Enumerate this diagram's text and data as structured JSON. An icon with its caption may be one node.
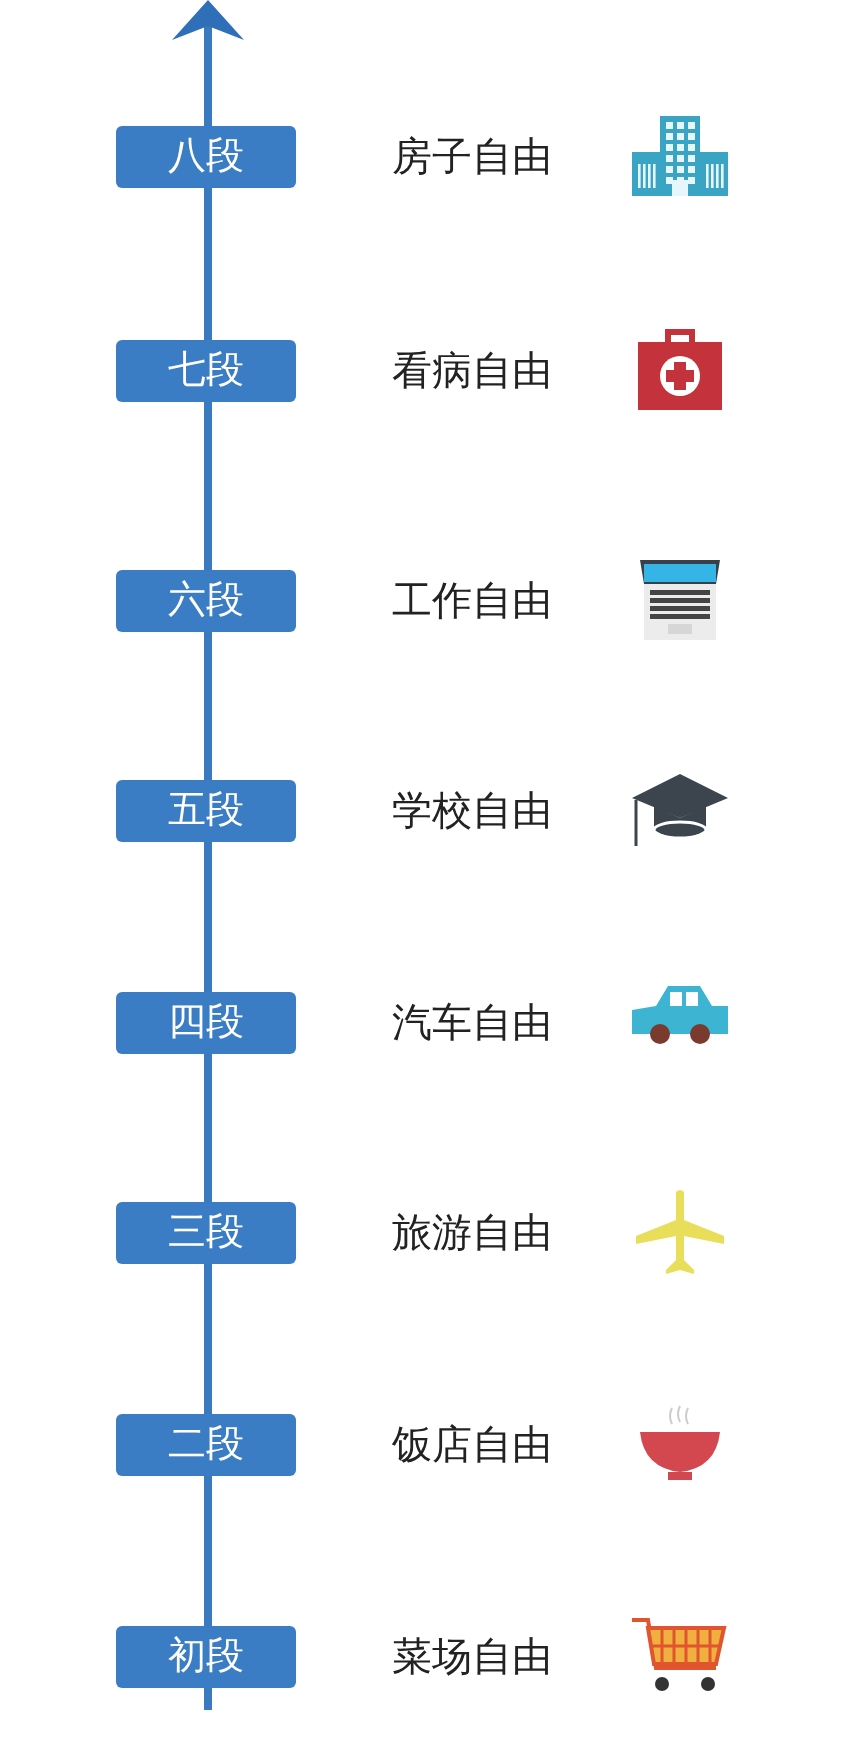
{
  "diagram": {
    "nodes": [
      {
        "text": [
          "八段"
        ]
      },
      {
        "text": [
          "七段"
        ]
      },
      {
        "text": [
          "六段"
        ]
      },
      {
        "text": [
          "五段"
        ]
      },
      {
        "text": [
          "四段"
        ]
      },
      {
        "text": [
          "三段"
        ]
      },
      {
        "text": [
          "二段"
        ]
      },
      {
        "text": [
          "初段"
        ]
      }
    ],
    "labels": [
      "房子自由",
      "看病自由",
      "工作自由",
      "学校自由",
      "汽车自由",
      "旅游自由",
      "饭店自由",
      "菜场自由"
    ]
  }
}
